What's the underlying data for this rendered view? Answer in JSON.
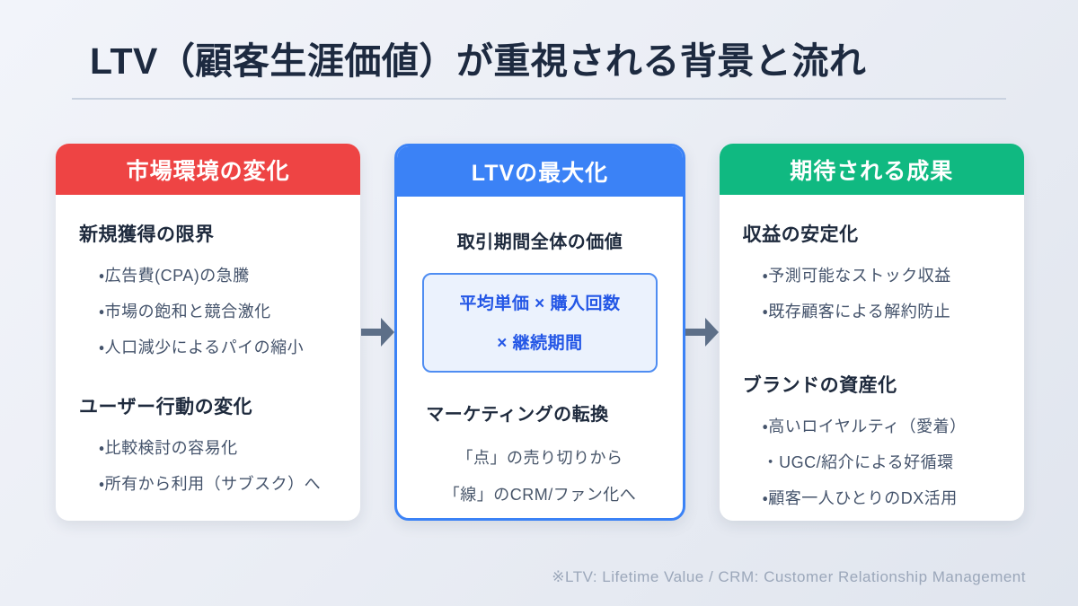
{
  "page": {
    "title": "LTV（顧客生涯価値）が重視される背景と流れ",
    "footnote": "※LTV: Lifetime Value / CRM: Customer Relationship Management"
  },
  "colors": {
    "background_gradient_start": "#f2f4fa",
    "background_gradient_end": "#e0e5ee",
    "title_text": "#1d2a40",
    "accent_red": "#ee4444",
    "accent_blue": "#3b82f6",
    "accent_green": "#10b981",
    "formula_box_bg": "#ebf2fd",
    "formula_box_border": "#4f8df2",
    "formula_text": "#2457e6",
    "body_text": "#44536b",
    "arrow": "#5d6f88",
    "footnote_text": "#9ba7ba"
  },
  "columns": [
    {
      "id": "market-change",
      "header_label": "市場環境の変化",
      "sections": [
        {
          "heading": "新規獲得の限界",
          "items": [
            "・広告費(CPA)の急騰",
            "・市場の飽和と競合激化",
            "・人口減少によるパイの縮小"
          ]
        },
        {
          "heading": "ユーザー行動の変化",
          "items": [
            "・比較検討の容易化",
            "・所有から利用（サブスク）へ"
          ]
        }
      ]
    },
    {
      "id": "ltv-maximization",
      "header_label": "LTVの最大化",
      "value_heading": "取引期間全体の価値",
      "formula": {
        "line1": "平均単価 × 購入回数",
        "line2": "× 継続期間"
      },
      "shift_heading": "マーケティングの転換",
      "shift_line1": "「点」の売り切りから",
      "shift_line2": "「線」のCRM/ファン化へ"
    },
    {
      "id": "expected-results",
      "header_label": "期待される成果",
      "sections": [
        {
          "heading": "収益の安定化",
          "items": [
            "・予測可能なストック収益",
            "・既存顧客による解約防止"
          ]
        },
        {
          "heading": "ブランドの資産化",
          "items": [
            "・高いロイヤルティ（愛着）",
            "・UGC/紹介による好循環",
            "・顧客一人ひとりのDX活用"
          ]
        }
      ]
    }
  ]
}
